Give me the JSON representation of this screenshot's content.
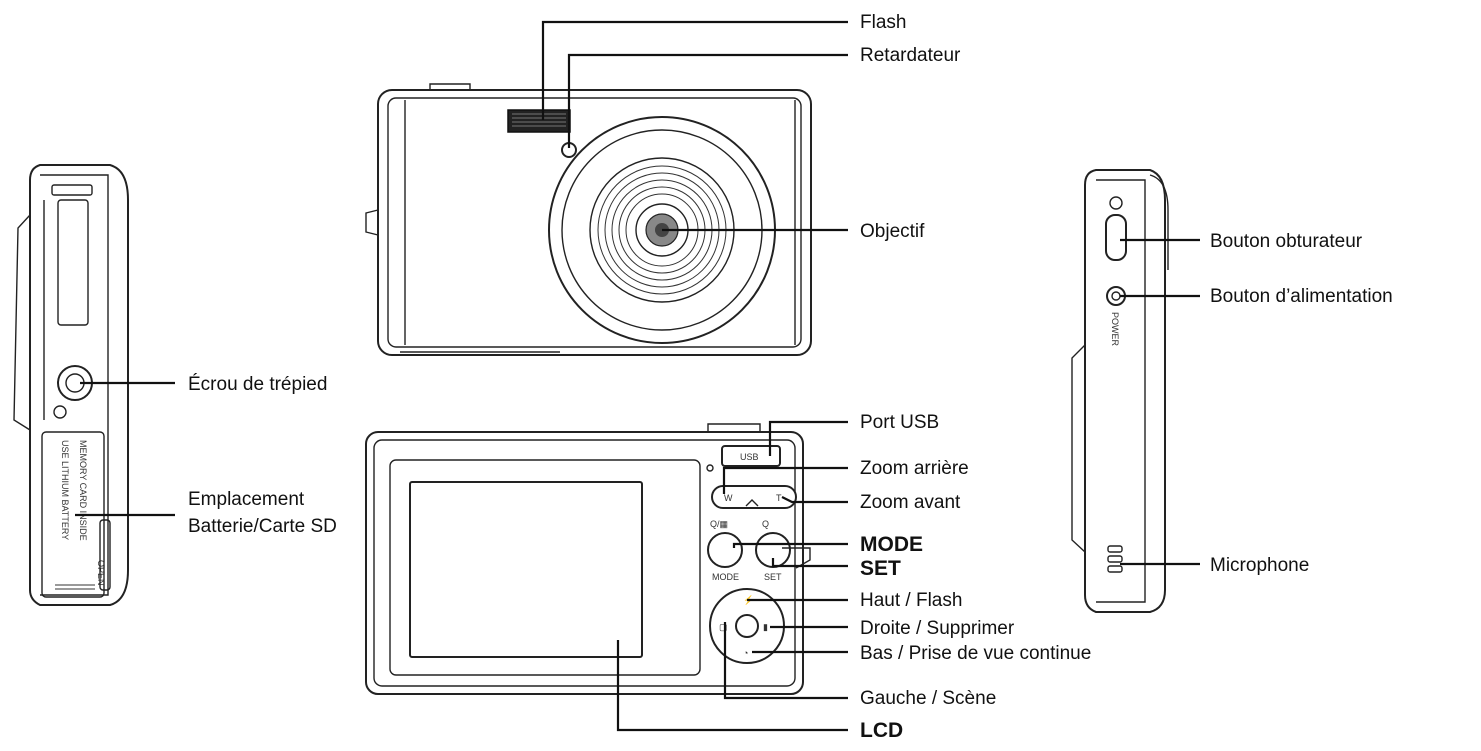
{
  "labels": {
    "flash": "Flash",
    "retardateur": "Retardateur",
    "objectif": "Objectif",
    "ecrou": "Écrou de trépied",
    "emplacement_line1": "Emplacement",
    "emplacement_line2": "Batterie/Carte SD",
    "bouton_obturateur": "Bouton obturateur",
    "bouton_alimentation": "Bouton d’alimentation",
    "microphone": "Microphone",
    "port_usb": "Port USB",
    "zoom_arriere": "Zoom arrière",
    "zoom_avant": "Zoom avant",
    "mode": "MODE",
    "set": "SET",
    "haut_flash": "Haut / Flash",
    "droite_supprimer": "Droite / Supprimer",
    "bas_prise": "Bas / Prise de vue continue",
    "gauche_scene": "Gauche / Scène",
    "lcd": "LCD"
  },
  "device_markings": {
    "usb": "USB",
    "battery_text": "USE LITHIUM BATTERY",
    "memory_text": "MEMORY CARD INSIDE",
    "open": "OPEN",
    "power": "POWER",
    "zoom_w": "W",
    "zoom_t": "T",
    "mode_btn": "MODE",
    "set_btn": "SET"
  }
}
